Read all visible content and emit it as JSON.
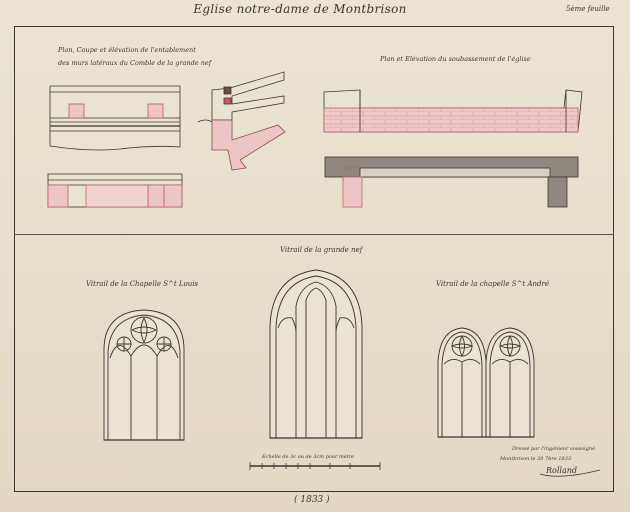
{
  "header": {
    "title": "Eglise notre-dame de Montbrison",
    "sheet_number": "5ème feuille"
  },
  "top_left_caption": {
    "line1": "Plan, Coupe et élévation de l'entablement",
    "line2": "des murs latéraux du Comble de la grande nef"
  },
  "top_right_caption": "Plan et Elévation du soubassement de l'église",
  "center_caption": "Vitrail de la grande nef",
  "left_window_caption": "Vitrail de la Chapelle S^t Louis",
  "right_window_caption": "Vitrail de la chapelle S^t André",
  "scale_caption": "Echelle de 3c ou de 3cm pour mètre",
  "signature": {
    "line1": "Dressé par l'ingénieur soussigné",
    "line2": "Montbrison le 20 7bre 1833",
    "name": "Rolland"
  },
  "date_mark": "( 1833 )",
  "colors": {
    "ink": "#3d342a",
    "paper": "#e9e1cf",
    "wash_pink": "#ecc6c6",
    "wash_red": "#d05a5a",
    "wash_grey": "#8f8880"
  }
}
